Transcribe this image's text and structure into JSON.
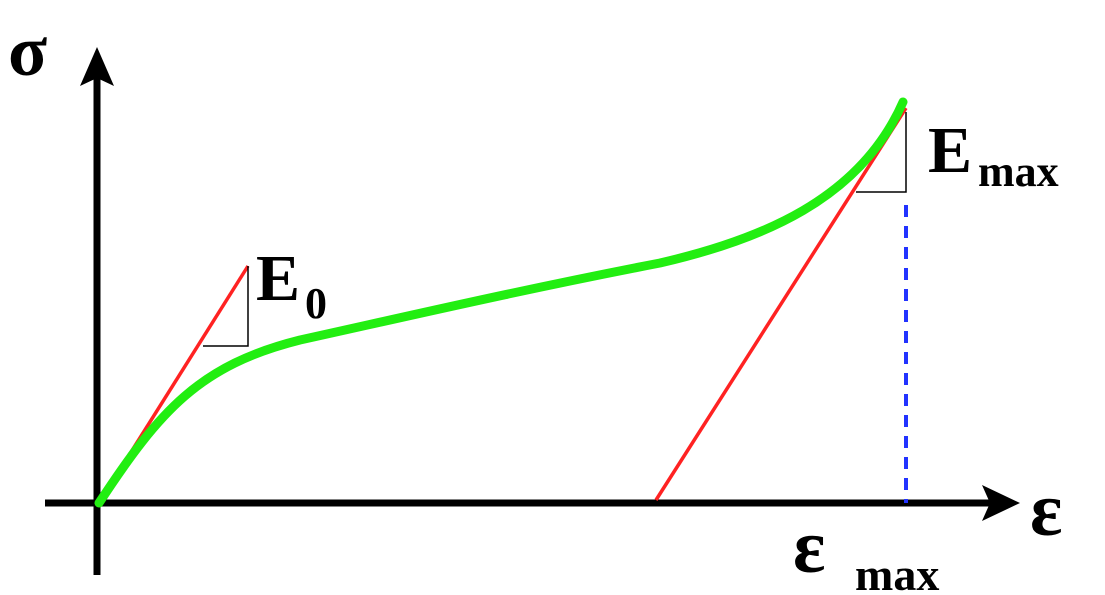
{
  "labels": {
    "y_axis": "σ",
    "x_axis": "ε",
    "initial_modulus": {
      "main": "E",
      "sub": "0"
    },
    "max_modulus": {
      "main": "E",
      "sub": "max"
    },
    "max_strain": {
      "main": "ε",
      "sub": "max"
    }
  },
  "colors": {
    "axes": "#000000",
    "curve": "#22ee11",
    "tangents": "#ff2222",
    "slope_triangles": "#000000",
    "max_strain_marker": "#2233ff"
  }
}
